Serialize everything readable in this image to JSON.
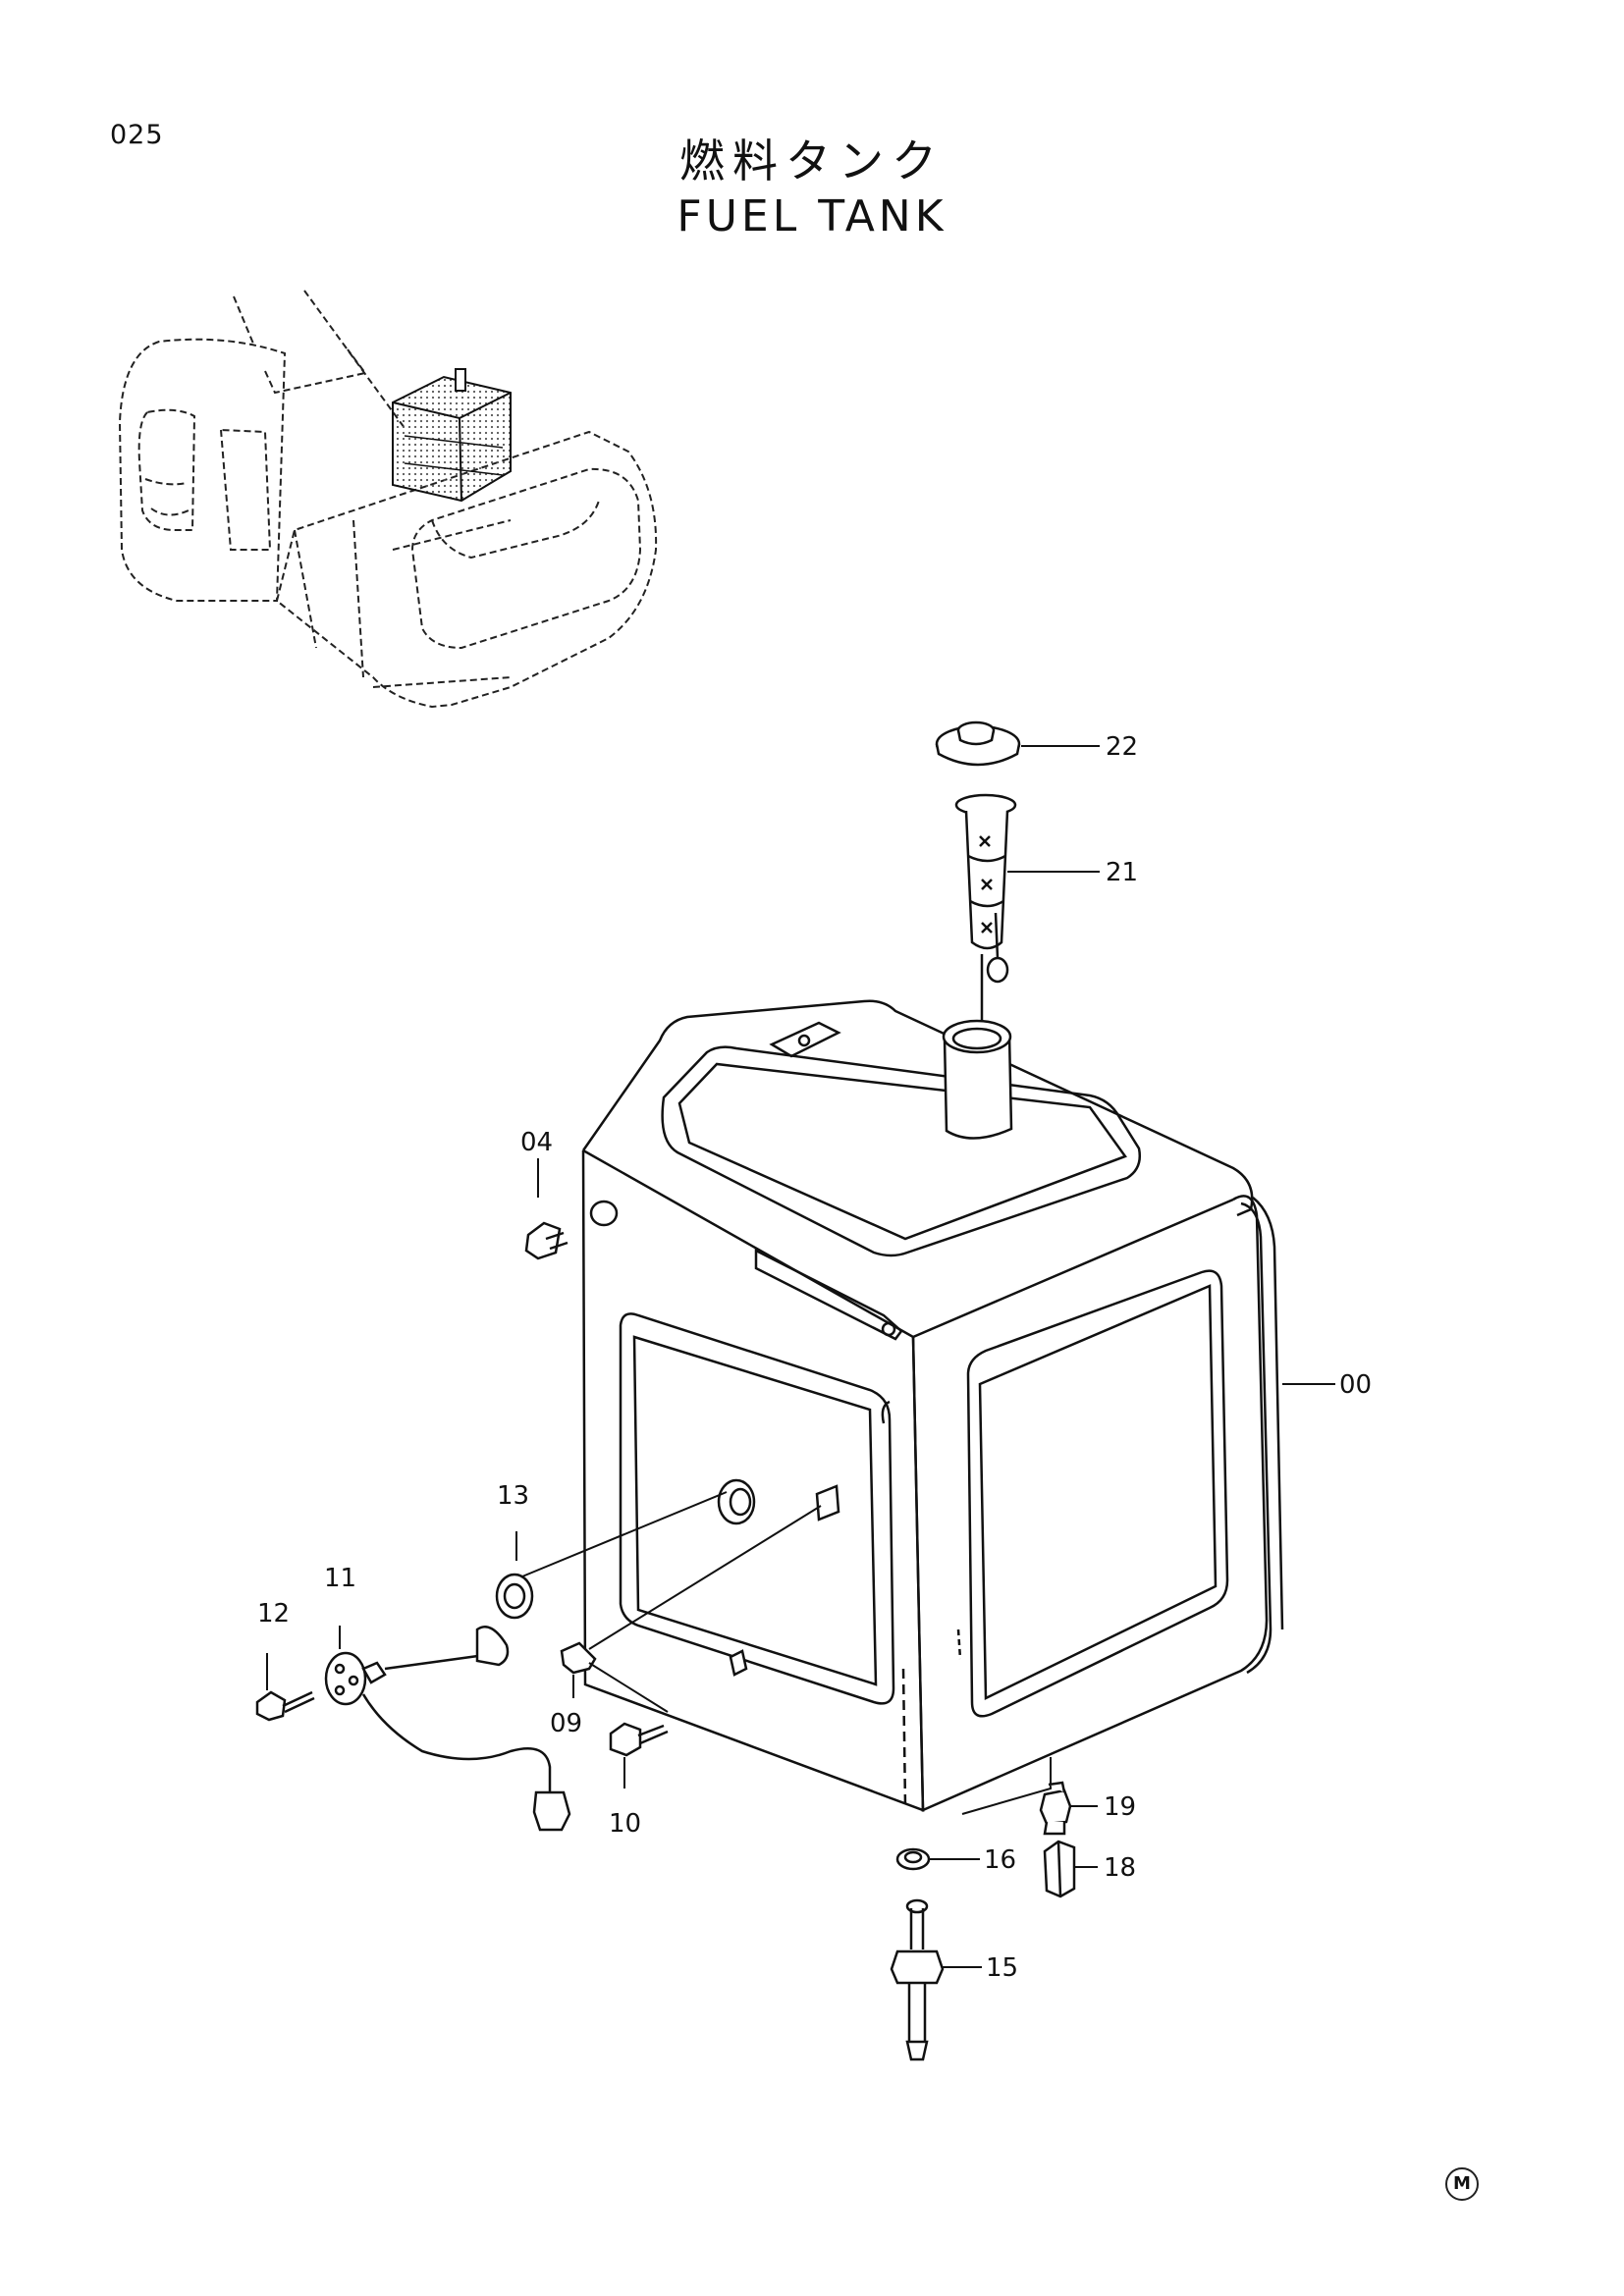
{
  "page": {
    "number": "025",
    "title_jp": "燃料タンク",
    "title_en": "FUEL TANK",
    "mark": "M"
  },
  "callouts": {
    "c22": "22",
    "c21": "21",
    "c04": "04",
    "c00": "00",
    "c13": "13",
    "c11": "11",
    "c12": "12",
    "c09": "09",
    "c10": "10",
    "c19": "19",
    "c16": "16",
    "c18": "18",
    "c15": "15"
  }
}
